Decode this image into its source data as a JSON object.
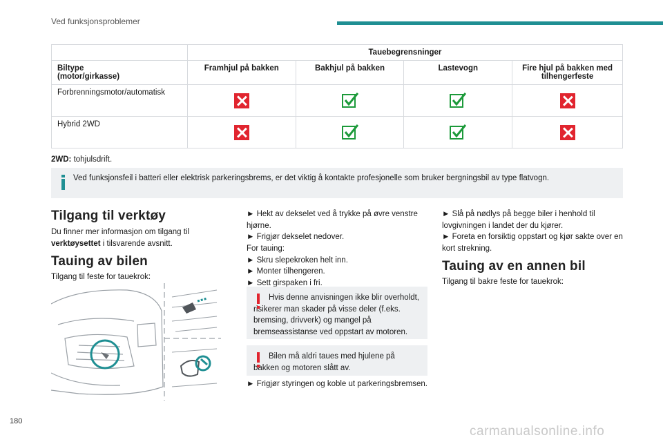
{
  "header": {
    "section_title": "Ved funksjonsproblemer"
  },
  "table": {
    "group_header": "Tauebegrensninger",
    "column_header_first": "Biltype\n(motor/girkasse)",
    "columns": [
      "Framhjul på bakken",
      "Bakhjul på bakken",
      "Lastevogn",
      "Fire hjul på bakken med tilhengerfeste"
    ],
    "rows": [
      {
        "label": "Forbrenningsmotor/automatisk",
        "values": [
          "not-allowed",
          "allowed",
          "allowed",
          "not-allowed"
        ]
      },
      {
        "label": "Hybrid 2WD",
        "values": [
          "not-allowed",
          "allowed",
          "allowed",
          "not-allowed"
        ]
      }
    ],
    "colors": {
      "allowed": "#1c9a3a",
      "not_allowed": "#e1252f"
    }
  },
  "note_2wd": {
    "term": "2WD:",
    "definition": "tohjulsdrift."
  },
  "info": {
    "icon": "info-icon",
    "text": "Ved funksjonsfeil i batteri eller elektrisk parkeringsbrems, er det viktig å kontakte profesjonelle som bruker bergningsbil av type flatvogn."
  },
  "tools": {
    "title": "Tilgang til verktøy",
    "text_before": "Du finner mer informasjon om tilgang til",
    "text_bold": "verktøysettet",
    "text_after": "i tilsvarende avsnitt."
  },
  "towing": {
    "title": "Tauing av bilen",
    "intro": "Tilgang til feste for tauekrok:"
  },
  "middle_column": {
    "step1": "► Hekt av dekselet ved å trykke på øvre venstre hjørne.",
    "step2": "► Frigjør dekselet nedover.",
    "for_towing": "For tauing:",
    "step3": "► Skru slepekroken helt inn.",
    "step4": "► Monter tilhengeren.",
    "step5": "► Sett girspaken i fri.",
    "warning1": "Hvis denne anvisningen ikke blir overholdt, risikerer man skader på visse deler (f.eks. bremsing, drivverk) og mangel på bremseassistanse ved oppstart av motoren.",
    "warning2": "Bilen må aldri taues med hjulene på bakken og motoren slått av.",
    "step6": "► Frigjør styringen og koble ut parkeringsbremsen."
  },
  "right_column": {
    "step1": "► Slå på nødlys på begge biler i henhold til lovgivningen i landet der du kjører.",
    "step2": "► Foreta en forsiktig oppstart og kjør sakte over en kort strekning.",
    "other_title": "Tauing av en annen bil",
    "other_intro": "Tilgang til bakre feste for tauekrok:"
  },
  "footer": {
    "page_number": "180",
    "watermark": "carmanualsonline.info"
  },
  "accent_color": "#1f8f93"
}
